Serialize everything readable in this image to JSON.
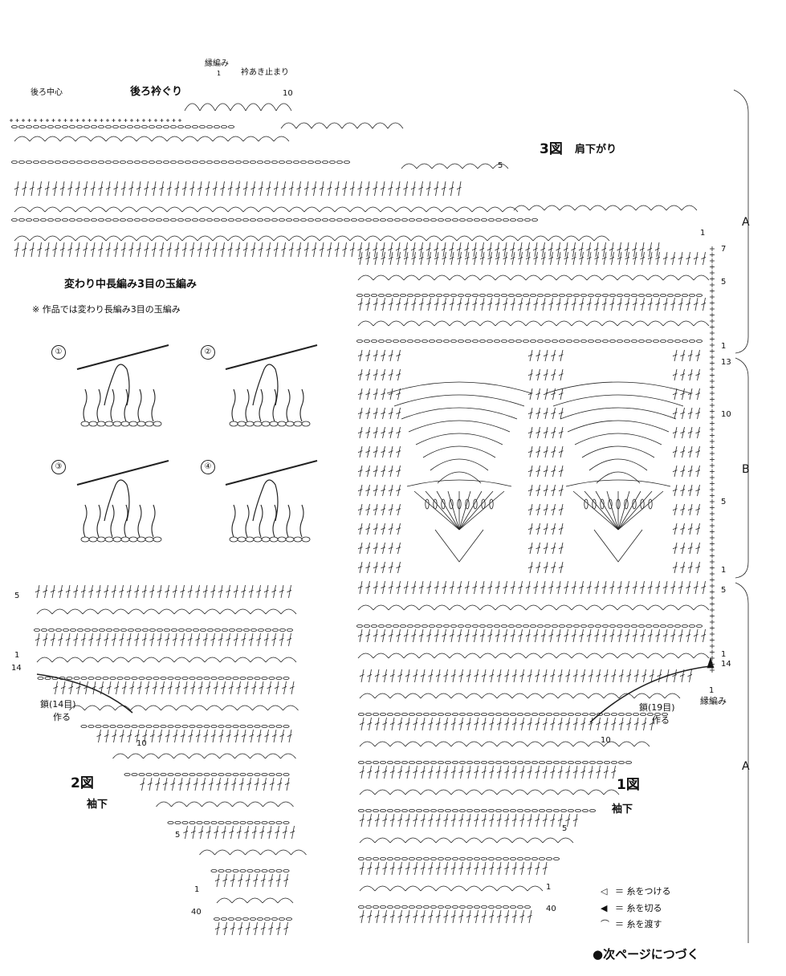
{
  "fig3": {
    "label": "3図",
    "name": "肩下がり"
  },
  "fig1": {
    "label": "1図",
    "name": "袖下"
  },
  "fig2": {
    "label": "2図",
    "name": "袖下"
  },
  "labels": {
    "edge": "縁編み",
    "neck_stop": "衿あき止まり",
    "back_center": "後ろ中心",
    "back_neck": "後ろ衿ぐり",
    "chain19_a": "鎖(19目)",
    "chain19_b": "作る",
    "chain14_a": "鎖(14目)",
    "chain14_b": "作る",
    "edge_right": "縁編み"
  },
  "sections": {
    "A_top": "A",
    "B": "B",
    "A_bottom": "A"
  },
  "stitch_key": {
    "title": "変わり中長編み3目の玉編み",
    "note": "※ 作品では変わり長編み3目の玉編み",
    "steps": [
      "①",
      "②",
      "③",
      "④"
    ]
  },
  "legend": [
    {
      "sym": "◁",
      "text": "＝ 糸をつける"
    },
    {
      "sym": "◀",
      "text": "＝ 糸を切る"
    },
    {
      "sym": "⌒",
      "text": "＝ 糸を渡す"
    }
  ],
  "continue_note": "●次ページにつづく",
  "row_marks": {
    "top_1": "1",
    "top_10": "10",
    "top_5": "5",
    "top_1b": "1",
    "r7": "7",
    "r5a": "5",
    "r1a": "1",
    "r13": "13",
    "r10a": "10",
    "r5b": "5",
    "r1b": "1",
    "r5c": "5",
    "r1c": "1",
    "r14": "14",
    "r1d": "1",
    "r10b": "10",
    "r5d": "5",
    "r1e": "1",
    "r40a": "40",
    "l5a": "5",
    "l1a": "1",
    "l14": "14",
    "l10": "10",
    "l5b": "5",
    "l1b": "1",
    "l40": "40"
  }
}
